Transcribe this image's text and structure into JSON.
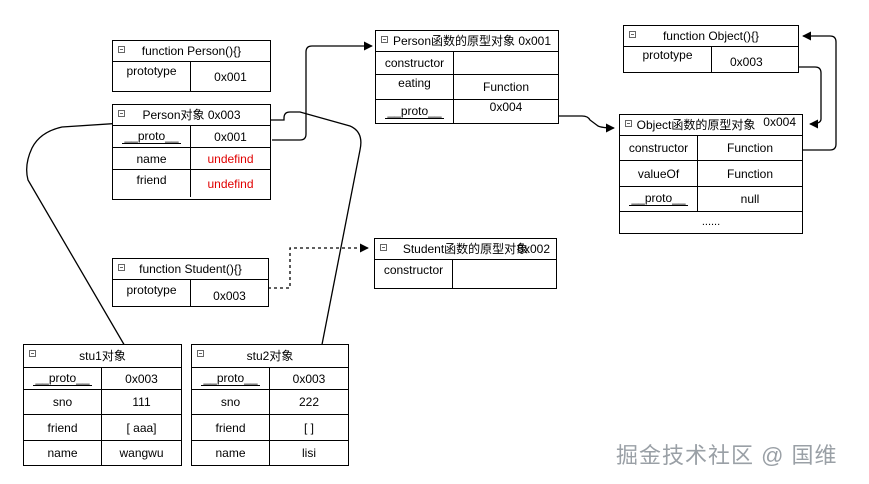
{
  "person_fn": {
    "title": "function Person(){}",
    "rows": [
      {
        "key": "prototype",
        "value": "0x001"
      }
    ]
  },
  "person_obj": {
    "title": "Person对象 0x003",
    "rows": [
      {
        "key": "__proto__",
        "value": "0x001"
      },
      {
        "key": "name",
        "value": "undefind"
      },
      {
        "key": "friend",
        "value": "undefind"
      }
    ]
  },
  "student_fn": {
    "title": "function Student(){}",
    "rows": [
      {
        "key": "prototype",
        "value": "0x003"
      }
    ]
  },
  "person_proto": {
    "title": "Person函数的原型对象 0x001",
    "rows": [
      {
        "key": "constructor",
        "value": ""
      },
      {
        "key": "eating",
        "value": "Function"
      },
      {
        "key": "__proto__",
        "value": "0x004"
      }
    ]
  },
  "student_proto": {
    "title": "Student函数的原型对象",
    "addr": "0x002",
    "rows": [
      {
        "key": "constructor",
        "value": ""
      }
    ]
  },
  "object_fn": {
    "title": "function Object(){}",
    "rows": [
      {
        "key": "prototype",
        "value": "0x003"
      }
    ]
  },
  "object_proto": {
    "title": "Object函数的原型对象",
    "addr": "0x004",
    "rows": [
      {
        "key": "constructor",
        "value": "Function"
      },
      {
        "key": "valueOf",
        "value": "Function"
      },
      {
        "key": "__proto__",
        "value": "null"
      },
      {
        "key": "",
        "value": "......"
      }
    ]
  },
  "stu1": {
    "title": "stu1对象",
    "rows": [
      {
        "key": "__proto__",
        "value": "0x003"
      },
      {
        "key": "sno",
        "value": "111"
      },
      {
        "key": "friend",
        "value": "[ aaa]"
      },
      {
        "key": "name",
        "value": "wangwu"
      }
    ]
  },
  "stu2": {
    "title": "stu2对象",
    "rows": [
      {
        "key": "__proto__",
        "value": "0x003"
      },
      {
        "key": "sno",
        "value": "222"
      },
      {
        "key": "friend",
        "value": "[ ]"
      },
      {
        "key": "name",
        "value": "lisi"
      }
    ]
  },
  "watermark": "掘金技术社区 @ 国维"
}
